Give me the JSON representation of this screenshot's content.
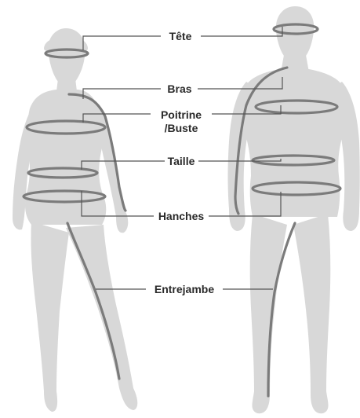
{
  "colors": {
    "silhouette": "#d8d8d8",
    "measure": "#7b7b7b",
    "guide": "#555555",
    "text": "#2a2a2a",
    "background": "#ffffff"
  },
  "labels": {
    "head": "Tête",
    "arm": "Bras",
    "chest_line1": "Poitrine",
    "chest_line2": "/Buste",
    "waist": "Taille",
    "hips": "Hanches",
    "inseam": "Entrejambe"
  }
}
